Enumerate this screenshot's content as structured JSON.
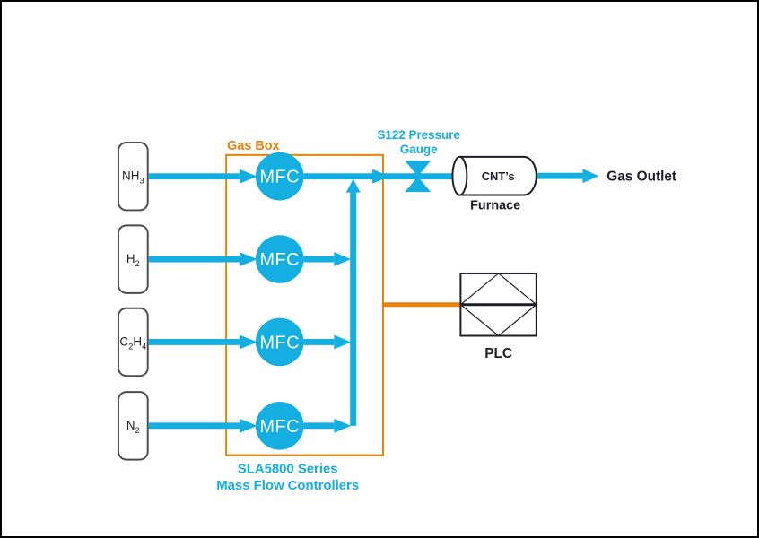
{
  "colors": {
    "cyan": "#14AEE0",
    "orange": "#E8820B",
    "ink": "#1E1E26",
    "cylinder_border": "#4D4D4D"
  },
  "gas_cylinders": [
    {
      "id": "nh3",
      "segments": {
        "t0": "NH",
        "sub0": "3"
      }
    },
    {
      "id": "h2",
      "segments": {
        "t0": "H",
        "sub0": "2"
      }
    },
    {
      "id": "c2h4",
      "segments": {
        "t0": "C",
        "sub0": "2",
        "t1": "H",
        "sub1": "4"
      }
    },
    {
      "id": "n2",
      "segments": {
        "t0": "N",
        "sub0": "2"
      }
    }
  ],
  "gas_box": {
    "label": "Gas Box",
    "mfc_label": "MFC",
    "caption_line1": "SLA5800 Series",
    "caption_line2": "Mass Flow Controllers"
  },
  "pressure_gauge": {
    "label_line1": "S122 Pressure",
    "label_line2": "Gauge"
  },
  "furnace": {
    "tube_label": "CNT’s",
    "label": "Furnace"
  },
  "gas_outlet": {
    "label": "Gas Outlet"
  },
  "plc": {
    "label": "PLC"
  }
}
